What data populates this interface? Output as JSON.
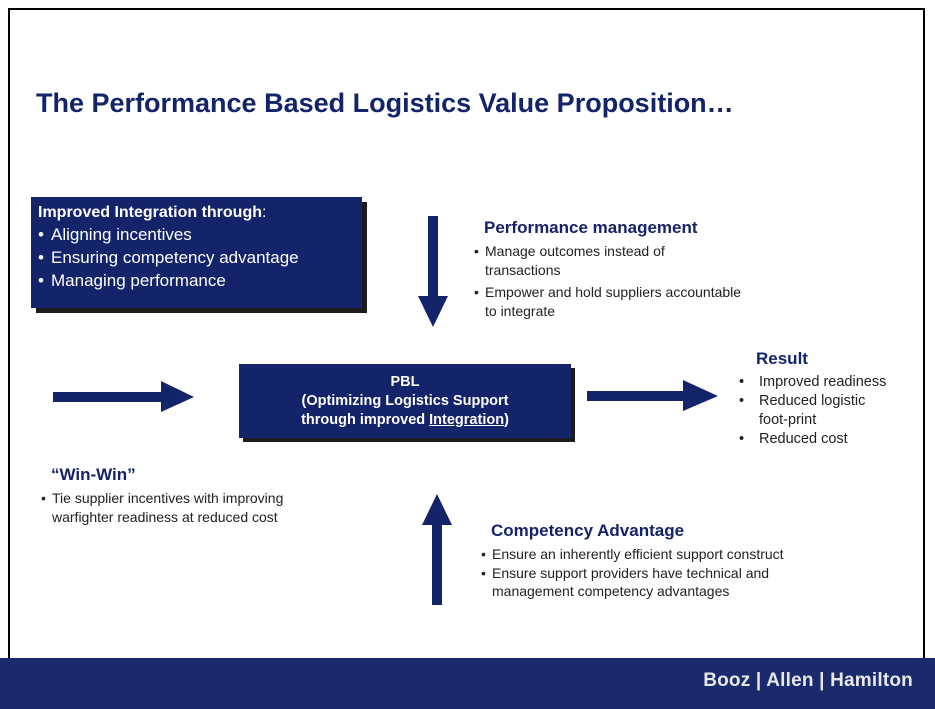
{
  "title": "The Performance Based Logistics Value Proposition…",
  "integration_box": {
    "heading": "Improved Integration through",
    "colon": ":",
    "items": [
      "Aligning incentives",
      "Ensuring competency advantage",
      "Managing performance"
    ]
  },
  "performance_management": {
    "heading": "Performance management",
    "items": [
      "Manage outcomes instead of transactions",
      "Empower and hold suppliers accountable to integrate"
    ]
  },
  "pbl_box": {
    "line1": "PBL",
    "line2": "(Optimizing Logistics Support",
    "line3_prefix": "through improved ",
    "line3_link": "Integration",
    "line3_suffix": ")"
  },
  "result": {
    "heading": "Result",
    "items": [
      "Improved readiness",
      "Reduced logistic foot-print",
      "Reduced cost"
    ]
  },
  "win_win": {
    "heading": "“Win-Win”",
    "items": [
      "Tie supplier incentives with improving warfighter readiness at reduced cost"
    ]
  },
  "competency_advantage": {
    "heading": "Competency Advantage",
    "items": [
      "Ensure an inherently efficient support construct",
      "Ensure support providers have technical and management competency advantages"
    ]
  },
  "footer": {
    "brand": "Booz | Allen | Hamilton"
  },
  "colors": {
    "navy": "#14246a",
    "footer": "#1a2a6c"
  }
}
